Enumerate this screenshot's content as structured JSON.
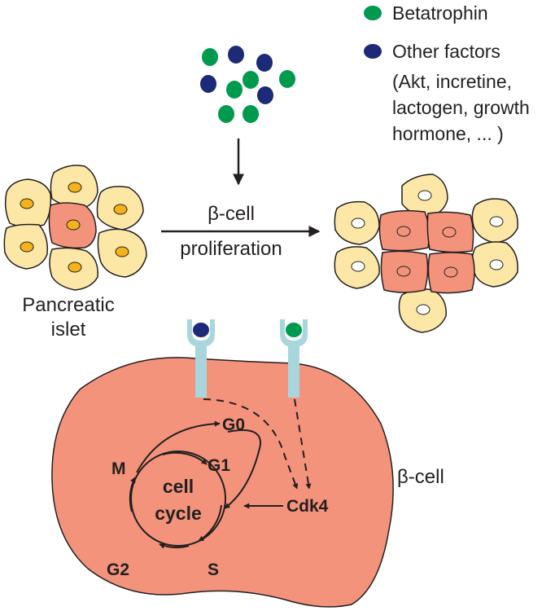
{
  "legend": {
    "betatrophin": {
      "label": "Betatrophin",
      "color": "#009a4e"
    },
    "other": {
      "label": "Other factors",
      "color": "#1d2a77",
      "detail": [
        "(Akt, incretine,",
        "lactogen, growth",
        "hormone, ... )"
      ]
    }
  },
  "process": {
    "line1": "β-cell",
    "line2": "proliferation"
  },
  "islet_label": [
    "Pancreatic",
    "islet"
  ],
  "beta_cell_label": "β-cell",
  "cell_cycle": {
    "center": [
      "cell",
      "cycle"
    ],
    "phases": {
      "g0": "G0",
      "g1": "G1",
      "s": "S",
      "g2": "G2",
      "m": "M"
    },
    "kinase": "Cdk4"
  },
  "colors": {
    "cell_yellow": "#fde7a6",
    "cell_salmon": "#f3937b",
    "nucleus": "#f5b21a",
    "receptor": "#a9d6dc",
    "outline": "#231f20"
  }
}
